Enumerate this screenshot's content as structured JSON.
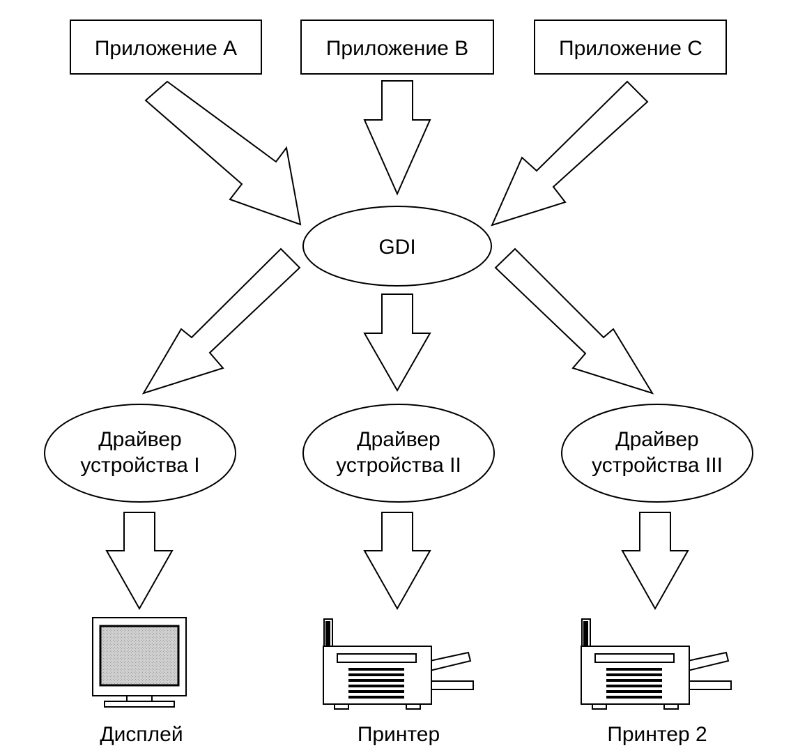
{
  "applications": [
    {
      "label": "Приложение A"
    },
    {
      "label": "Приложение B"
    },
    {
      "label": "Приложение C"
    }
  ],
  "gdi": {
    "label": "GDI"
  },
  "drivers": [
    {
      "line1": "Драйвер",
      "line2": "устройства I"
    },
    {
      "line1": "Драйвер",
      "line2": "устройства II"
    },
    {
      "line1": "Драйвер",
      "line2": "устройства III"
    }
  ],
  "devices": [
    {
      "label": "Дисплей",
      "icon": "monitor-icon"
    },
    {
      "label": "Принтер",
      "icon": "printer-icon"
    },
    {
      "label": "Принтер 2",
      "icon": "printer-icon"
    }
  ],
  "colors": {
    "stroke": "#000000",
    "background": "#ffffff",
    "screen": "#c8c8c8"
  }
}
